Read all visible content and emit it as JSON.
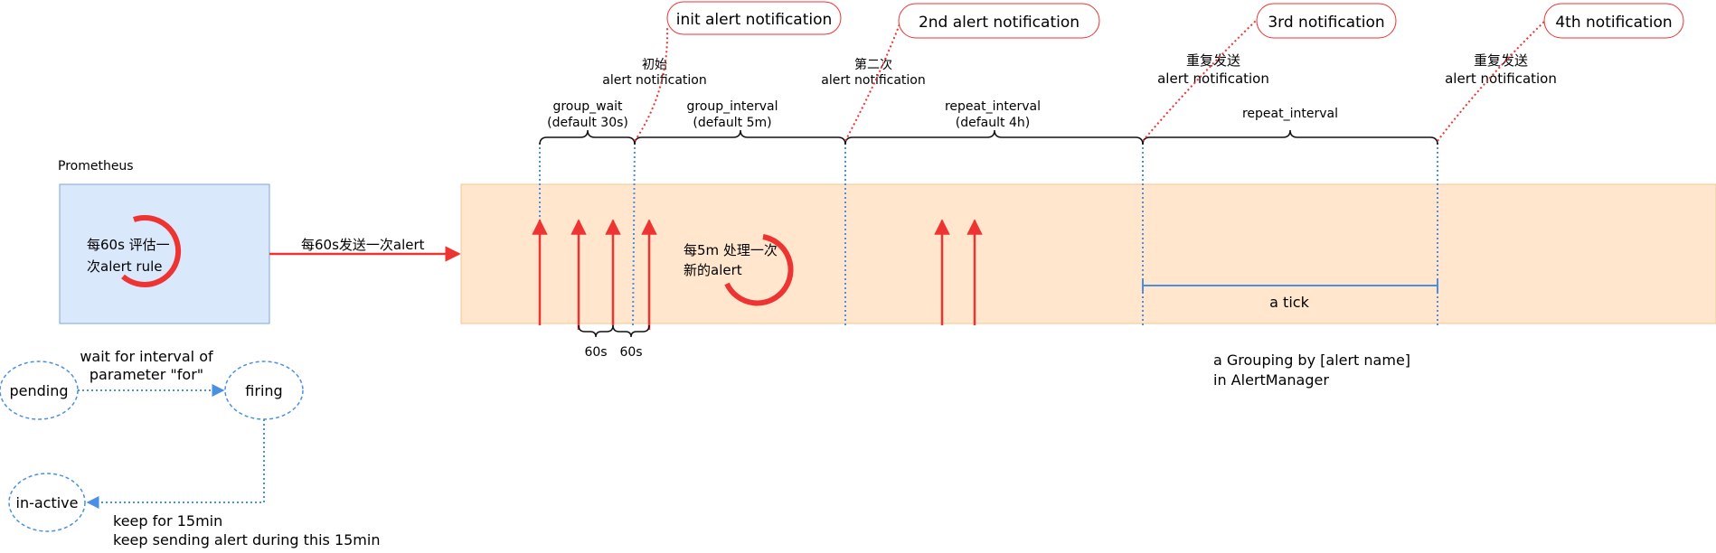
{
  "prometheus": {
    "title": "Prometheus",
    "eval_line1": "每60s 评估一",
    "eval_line2": "次alert rule",
    "send_label": "每60s发送一次alert"
  },
  "alertmanager": {
    "process_line1": "每5m 处理一次",
    "process_line2": "新的alert",
    "grouping_line1": "a Grouping by [alert name]",
    "grouping_line2": "in AlertManager",
    "tick_label": "a tick",
    "spacing_labels": [
      "60s",
      "60s"
    ]
  },
  "intervals": {
    "group_wait": {
      "name": "group_wait",
      "default": "(default 30s)"
    },
    "group_interval": {
      "name": "group_interval",
      "default": "(default 5m)"
    },
    "repeat_interval_1": {
      "name": "repeat_interval",
      "default": "(default 4h)"
    },
    "repeat_interval_2": {
      "name": "repeat_interval"
    }
  },
  "notifications": [
    {
      "pill": "init alert notification",
      "line1": "初始",
      "line2": "alert notification"
    },
    {
      "pill": "2nd alert notification",
      "line1": "第二次",
      "line2": "alert notification"
    },
    {
      "pill": "3rd notification",
      "line1": "重复发送",
      "line2": "alert notification"
    },
    {
      "pill": "4th notification",
      "line1": "重复发送",
      "line2": "alert notification"
    }
  ],
  "states": {
    "pending": "pending",
    "firing": "firing",
    "inactive": "in-active",
    "pending_to_firing_line1": "wait for interval of",
    "pending_to_firing_line2": "parameter \"for\"",
    "firing_to_inactive_line1": "keep for 15min",
    "firing_to_inactive_line2": "keep sending alert during this 15min"
  },
  "colors": {
    "red": "#ee3333",
    "blue": "#4a90e2",
    "prometheus_fill": "#dae8fc",
    "prometheus_stroke": "#7ea6e0",
    "am_fill": "#ffe6cc",
    "am_stroke": "#f5c58c"
  }
}
